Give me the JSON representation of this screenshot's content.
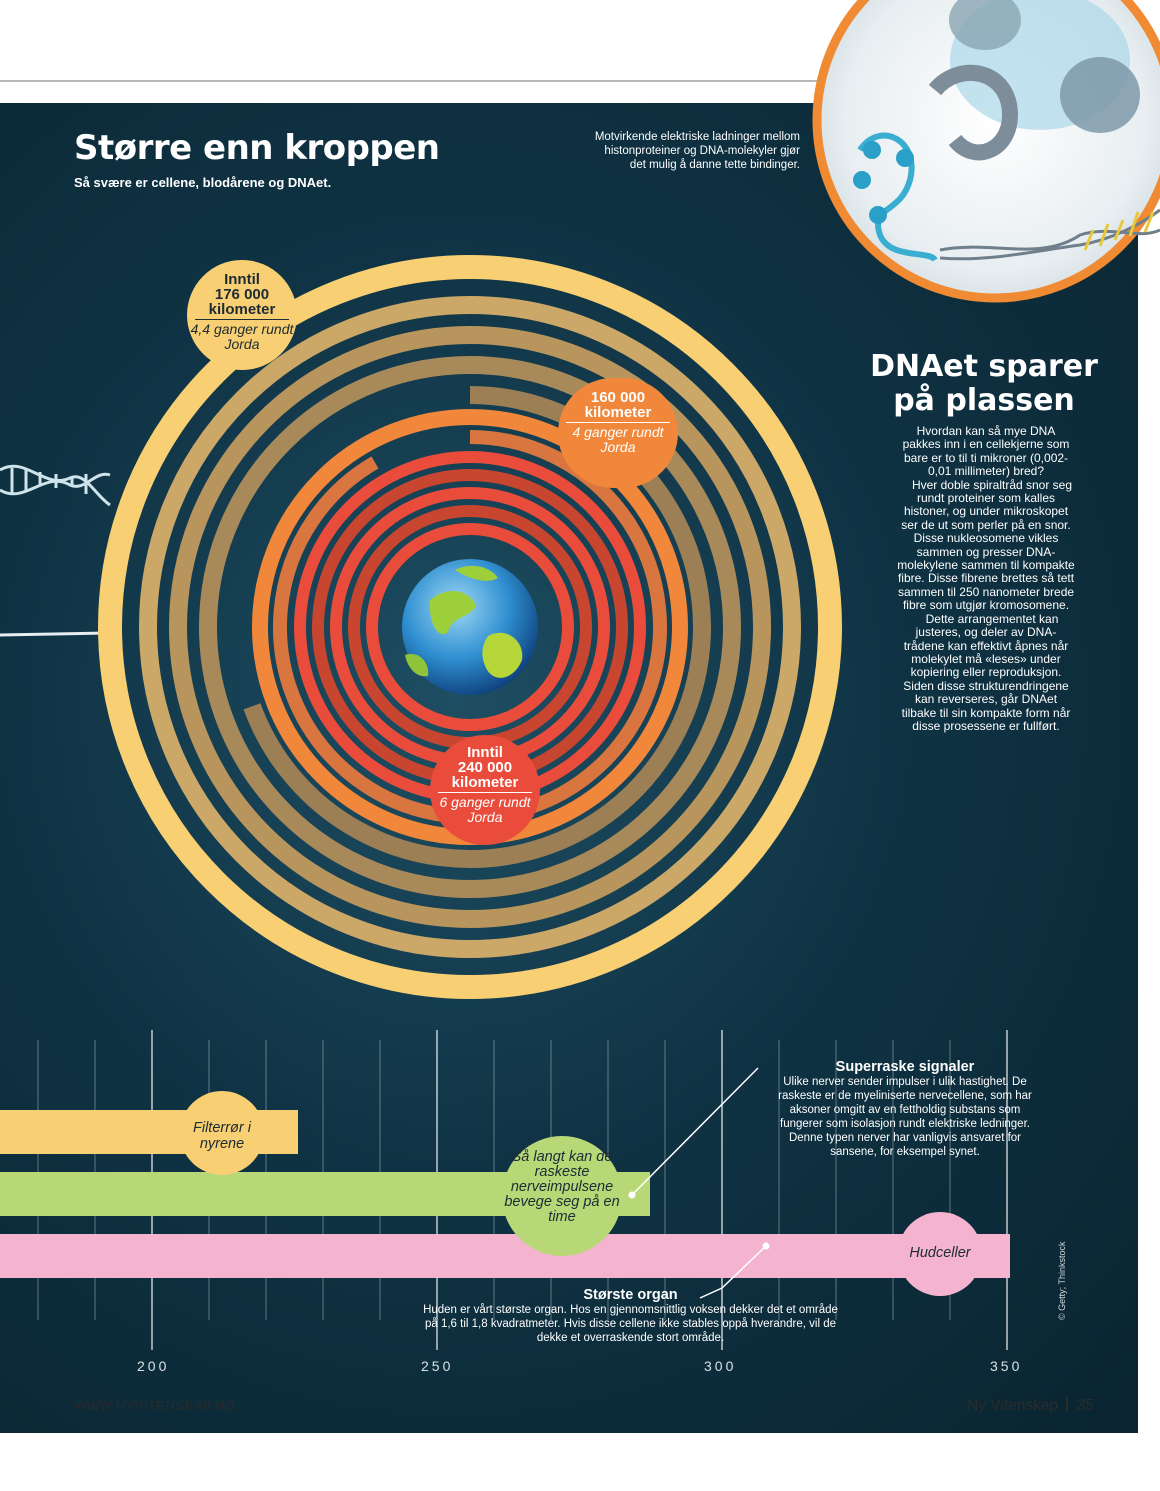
{
  "header": {
    "title": "Større enn kroppen",
    "subtitle": "Så svære er cellene, blodårene og DNAet.",
    "motiv_note": "Motvirkende elektriske ladninger mellom histonproteiner og DNA-molekyler gjør det mulig å danne tette bindinger."
  },
  "rings": {
    "yellow": {
      "line1": "Inntil",
      "line2": "176 000",
      "line3": "kilometer",
      "detail": "4,4 ganger rundt Jorda",
      "color": "#f8cf72"
    },
    "orange": {
      "line1": "160 000",
      "line2": "kilometer",
      "detail": "4 ganger rundt Jorda",
      "color": "#f0873a"
    },
    "red": {
      "line1": "Inntil",
      "line2": "240 000",
      "line3": "kilometer",
      "detail": "6 ganger rundt Jorda",
      "color": "#e94c3b"
    }
  },
  "sidebar": {
    "title": "DNAet sparer på plassen",
    "paragraphs": [
      "Hvordan kan så mye DNA pakkes inn i en cellekjerne som bare er to til ti mikroner (0,002-0,01 millimeter) bred?",
      "Hver doble spiraltråd snor seg rundt proteiner som kalles histoner, og under mikroskopet ser de ut som perler på en snor. Disse nukleosomene vikles sammen og presser DNA-molekylene sammen til kompakte fibre. Disse fibrene brettes så tett sammen til 250 nanometer brede fibre som utgjør kromosomene.",
      "Dette arrangementet kan justeres, og deler av DNA-trådene kan effektivt åpnes når molekylet må «leses» under kopiering eller reproduksjon. Siden disse strukturendringene kan reverseres, går DNAet tilbake til sin kompakte form når disse prosessene er fullført."
    ]
  },
  "bars": {
    "filter": {
      "label": "Filterrør i nyrene",
      "end_value": 225,
      "color": "#f8cf72"
    },
    "nerve": {
      "label": "Så langt kan de raskeste nerveimpulsene bevege seg på en time",
      "end_value": 285,
      "color": "#b8d878"
    },
    "skin": {
      "label": "Hudceller",
      "end_value": 350,
      "color": "#f4b4cf"
    }
  },
  "notes": {
    "signals_title": "Superraske signaler",
    "signals_text": "Ulike nerver sender impulser i ulik hastighet. De raskeste er de myeliniserte nervecellene, som har aksoner omgitt av en fettholdig substans som fungerer som isolasjon rundt elektriske ledninger. Denne typen nerver har vanligvis ansvaret for sansene, for eksempel synet.",
    "organ_title": "Største organ",
    "organ_text": "Huden er vårt største organ. Hos en gjennomsnittlig voksen dekker det et område på 1,6 til 1,8 kvadratmeter. Hvis disse cellene ikke stables oppå hverandre, vil de dekke et overraskende stort område."
  },
  "axis": {
    "ticks": [
      "200",
      "250",
      "300",
      "350"
    ]
  },
  "footer": {
    "url": "WWW.NYVITENSKAP.NO",
    "magazine": "Ny Vitenskap",
    "page": "35",
    "credit": "© Getty; Thinkstock"
  }
}
